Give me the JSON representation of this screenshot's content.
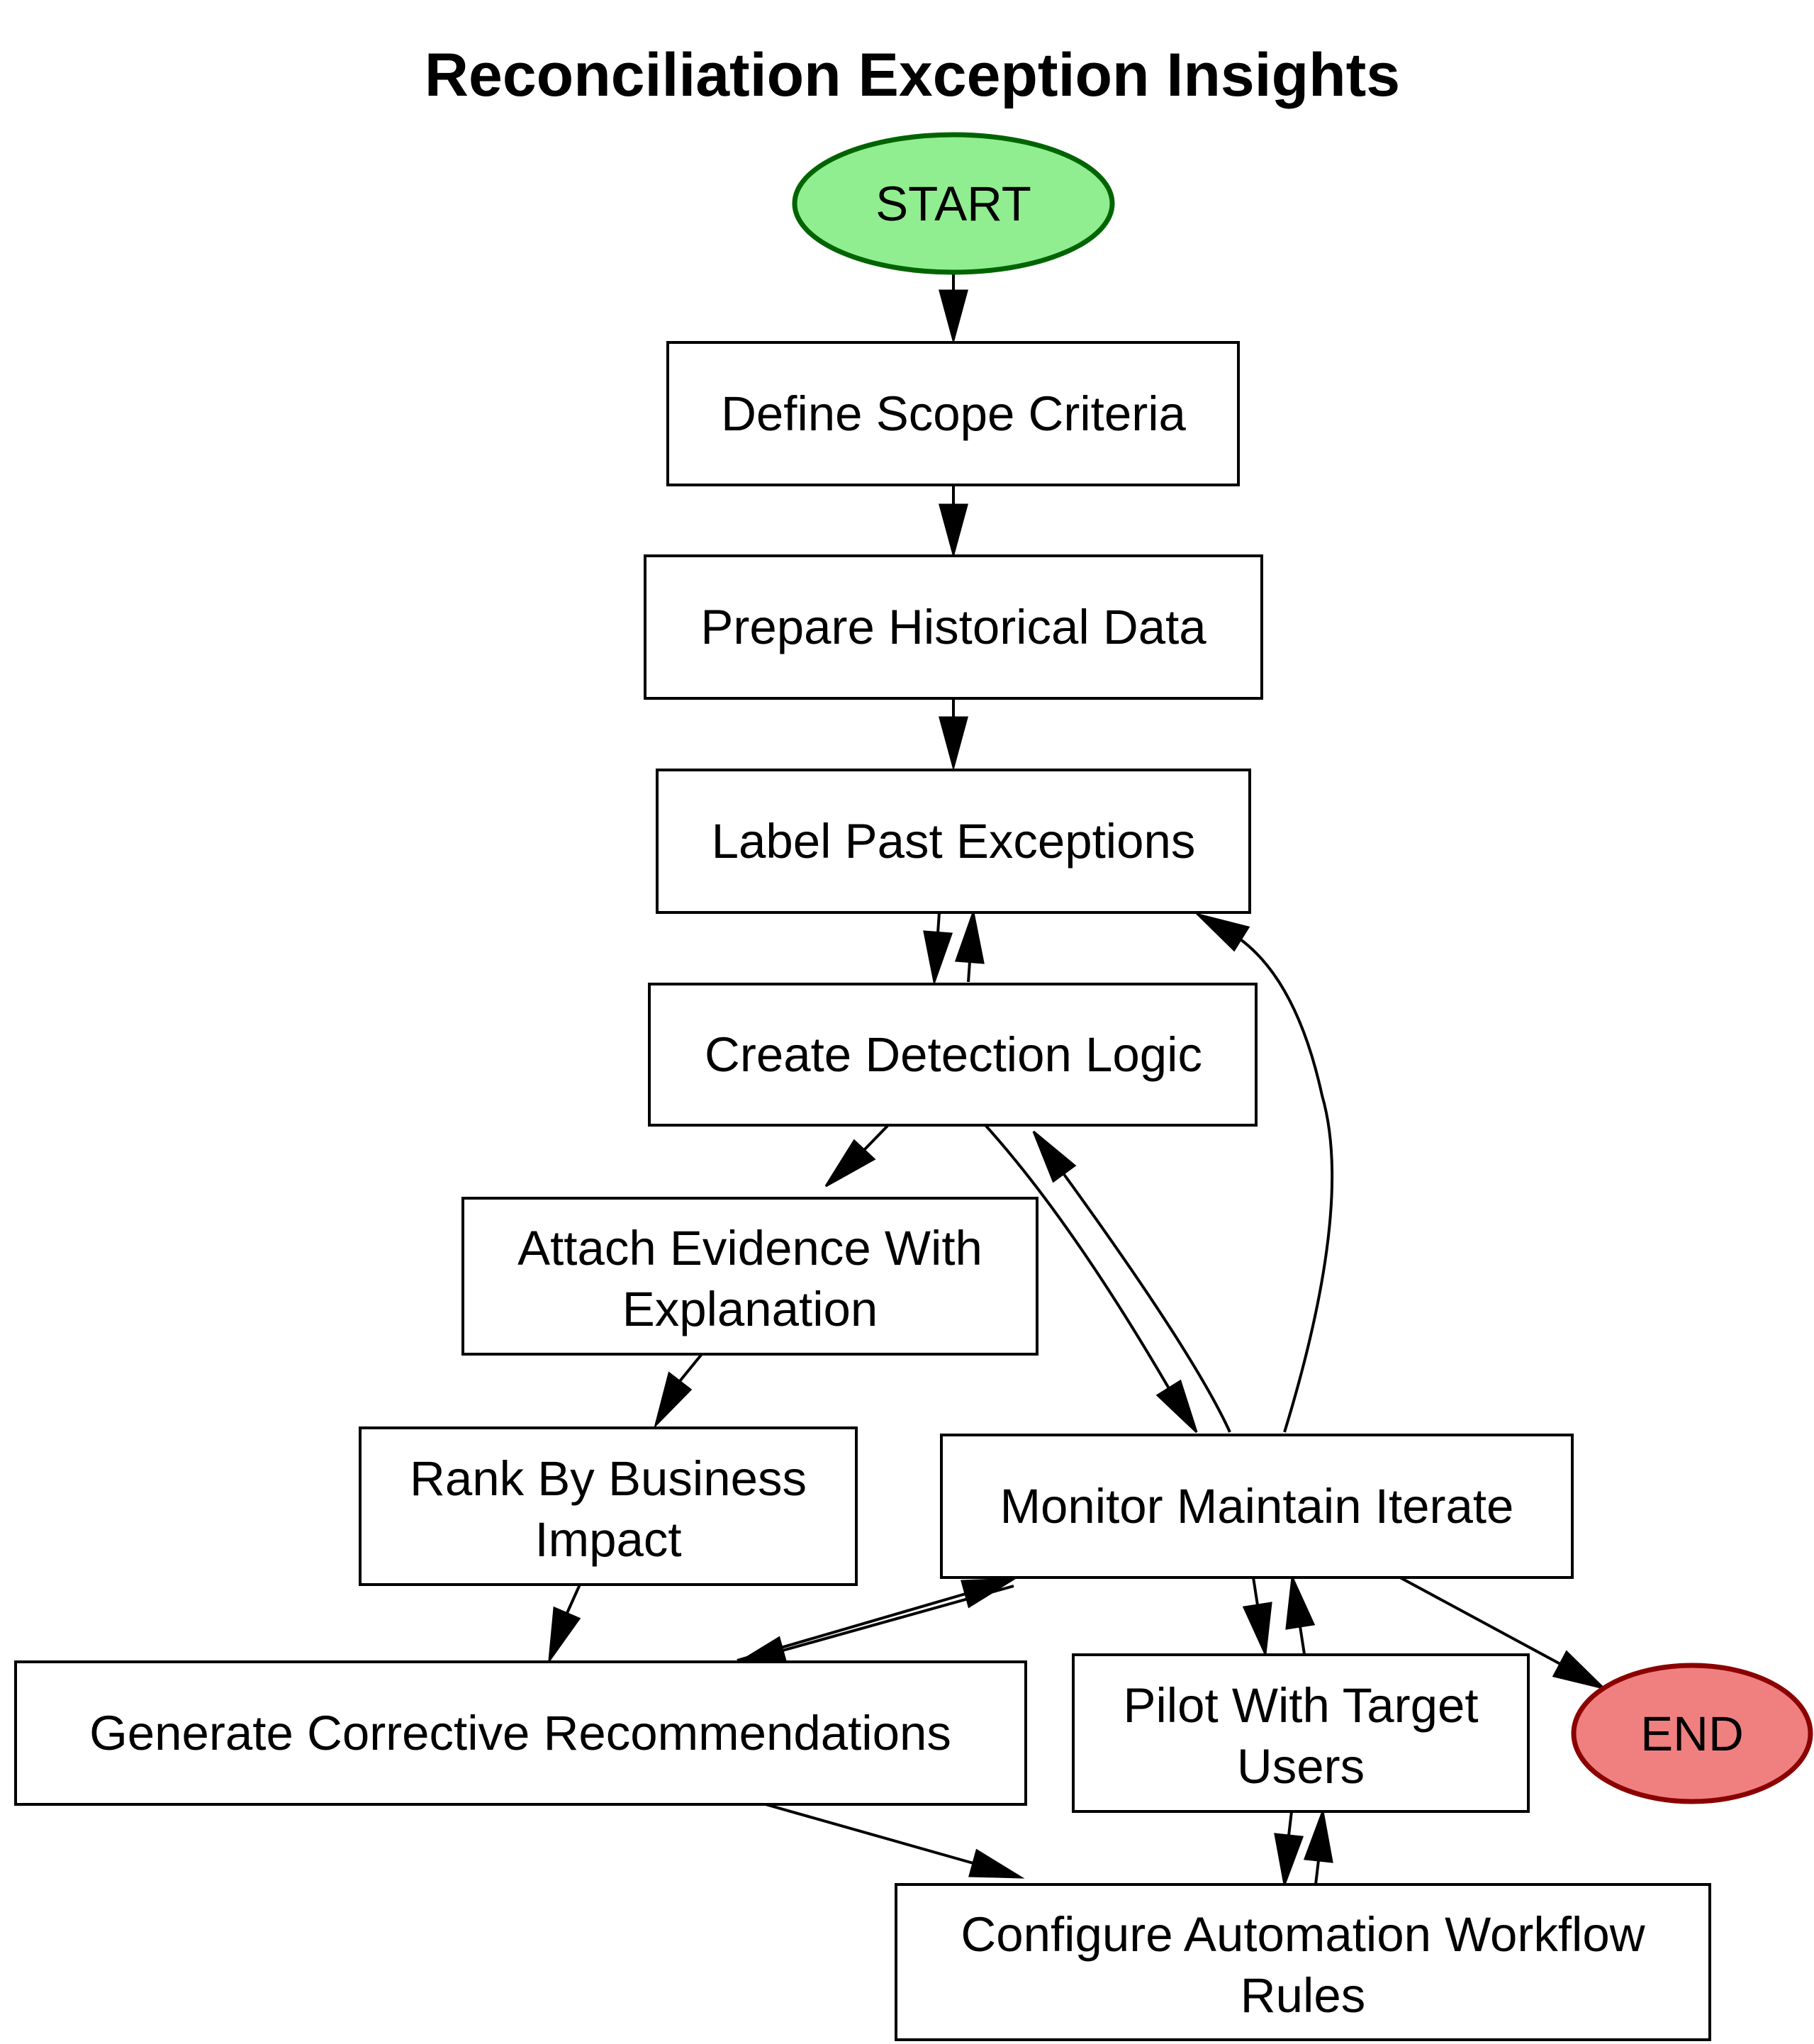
{
  "title": "Reconciliation Exception Insights",
  "colors": {
    "start_fill": "#90ee90",
    "start_stroke": "#006400",
    "end_fill": "#f08080",
    "end_stroke": "#8b0000",
    "process_fill": "#ffffff",
    "stroke": "#000000"
  },
  "nodes": {
    "start": {
      "label": "START",
      "shape": "ellipse"
    },
    "define_scope": {
      "lines": [
        "Define Scope Criteria"
      ],
      "shape": "box"
    },
    "prepare_data": {
      "lines": [
        "Prepare Historical Data"
      ],
      "shape": "box"
    },
    "label_exceptions": {
      "lines": [
        "Label Past Exceptions"
      ],
      "shape": "box"
    },
    "create_detection": {
      "lines": [
        "Create Detection Logic"
      ],
      "shape": "box"
    },
    "attach_evidence": {
      "lines": [
        "Attach Evidence With",
        "Explanation"
      ],
      "shape": "box"
    },
    "rank_impact": {
      "lines": [
        "Rank By Business",
        "Impact"
      ],
      "shape": "box"
    },
    "monitor": {
      "lines": [
        "Monitor Maintain Iterate"
      ],
      "shape": "box"
    },
    "generate_recs": {
      "lines": [
        "Generate Corrective Recommendations"
      ],
      "shape": "box"
    },
    "pilot": {
      "lines": [
        "Pilot With Target",
        "Users"
      ],
      "shape": "box"
    },
    "end": {
      "label": "END",
      "shape": "ellipse"
    },
    "configure": {
      "lines": [
        "Configure Automation Workflow",
        "Rules"
      ],
      "shape": "box"
    }
  },
  "edges": [
    {
      "from": "start",
      "to": "define_scope"
    },
    {
      "from": "define_scope",
      "to": "prepare_data"
    },
    {
      "from": "prepare_data",
      "to": "label_exceptions"
    },
    {
      "from": "label_exceptions",
      "to": "create_detection"
    },
    {
      "from": "create_detection",
      "to": "label_exceptions"
    },
    {
      "from": "create_detection",
      "to": "attach_evidence"
    },
    {
      "from": "create_detection",
      "to": "monitor"
    },
    {
      "from": "monitor",
      "to": "create_detection"
    },
    {
      "from": "monitor",
      "to": "label_exceptions"
    },
    {
      "from": "attach_evidence",
      "to": "rank_impact"
    },
    {
      "from": "rank_impact",
      "to": "generate_recs"
    },
    {
      "from": "monitor",
      "to": "generate_recs"
    },
    {
      "from": "generate_recs",
      "to": "monitor"
    },
    {
      "from": "monitor",
      "to": "pilot"
    },
    {
      "from": "pilot",
      "to": "monitor"
    },
    {
      "from": "monitor",
      "to": "end"
    },
    {
      "from": "generate_recs",
      "to": "configure"
    },
    {
      "from": "pilot",
      "to": "configure"
    },
    {
      "from": "configure",
      "to": "pilot"
    }
  ]
}
